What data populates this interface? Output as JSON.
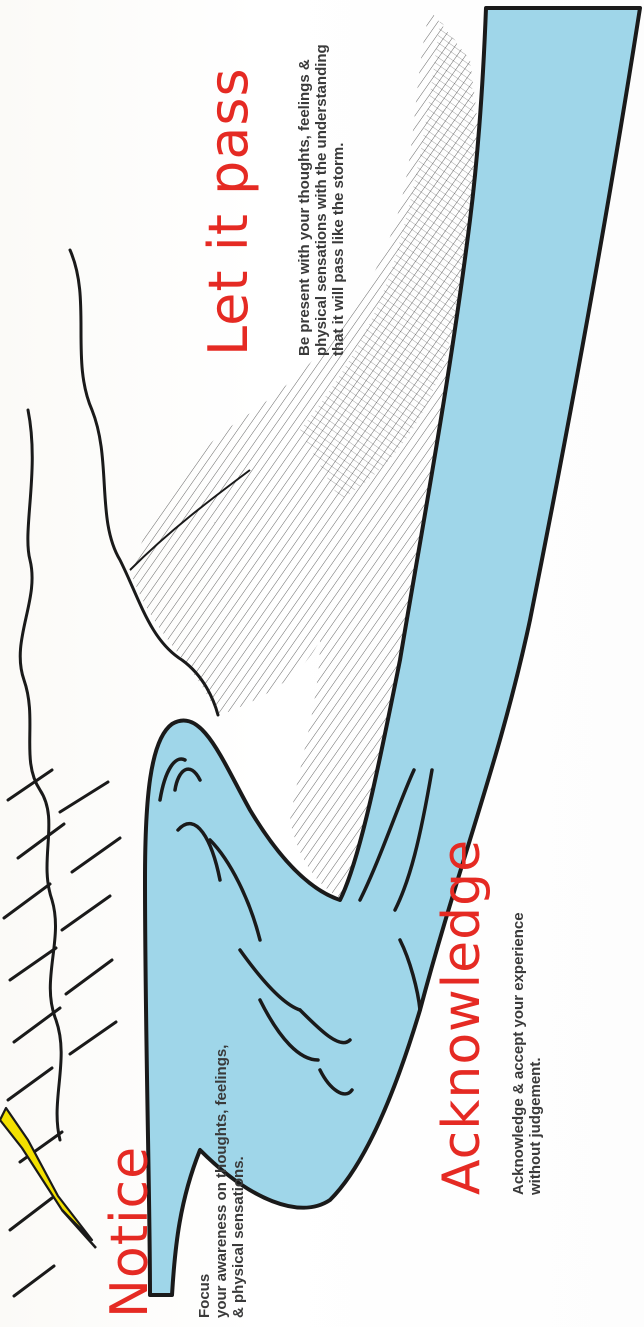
{
  "diagram": {
    "steps": [
      {
        "title": "Notice",
        "lines": [
          "Focus",
          "your awareness on thoughts, feelings,",
          "& physical sensations."
        ]
      },
      {
        "title": "Acknowledge",
        "lines": [
          "Acknowledge & accept your experience",
          "without judgement."
        ]
      },
      {
        "title": "Let it pass",
        "lines": [
          "Be present with your thoughts, feelings &",
          "physical sensations with the understanding",
          "that it will pass like the storm."
        ]
      }
    ],
    "colors": {
      "river": "#9fd6e9",
      "title": "#e52a23",
      "text": "#3a3a3a",
      "lightning": "#f3e000",
      "ink": "#1a1a1a"
    }
  }
}
